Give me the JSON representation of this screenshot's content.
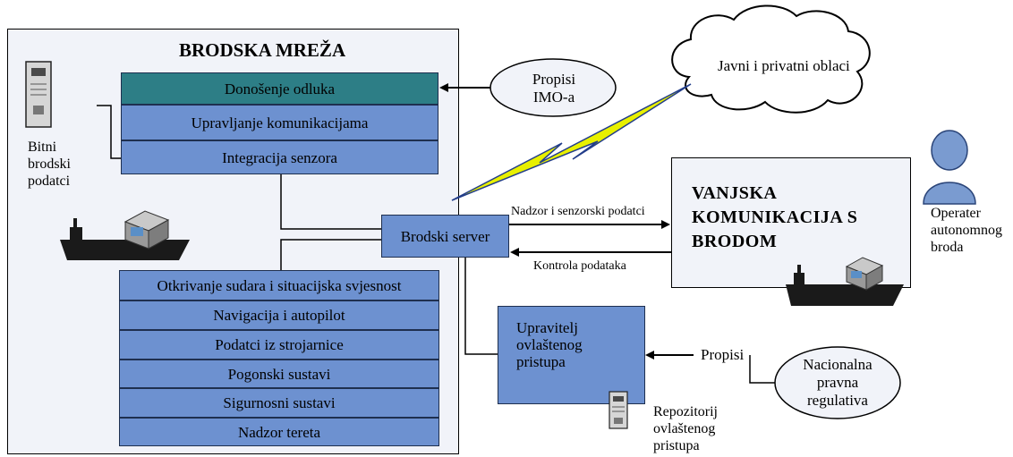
{
  "title": "BRODSKA MREŽA",
  "top_modules": [
    "Donošenje odluka",
    "Upravljanje komunikacijama",
    "Integracija senzora"
  ],
  "bottom_modules": [
    "Otkrivanje sudara i situacijska svjesnost",
    "Navigacija i autopilot",
    "Podatci iz strojarnice",
    "Pogonski sustavi",
    "Sigurnosni sustavi",
    "Nadzor tereta"
  ],
  "ship_data_label": [
    "Bitni",
    "brodski",
    "podatci"
  ],
  "server": "Brodski server",
  "imo_rules": [
    "Propisi",
    "IMO-a"
  ],
  "cloud": "Javni i privatni oblaci",
  "external": [
    "VANJSKA",
    "KOMUNIKACIJA S",
    "BRODOM"
  ],
  "arrow_out": "Nadzor i senzorski podatci",
  "arrow_in": "Kontrola podataka",
  "operator": [
    "Operater",
    "autonomnog",
    "broda"
  ],
  "access_manager": [
    "Upravitelj",
    "ovlaštenog",
    "pristupa"
  ],
  "repository": [
    "Repozitorij",
    "ovlaštenog",
    "pristupa"
  ],
  "regulations": "Propisi",
  "national": [
    "Nacionalna",
    "pravna",
    "regulativa"
  ],
  "colors": {
    "module": "#6d91d0",
    "decision": "#2d7e86",
    "panel": "#f1f3f9",
    "bolt": "#e8f000"
  }
}
